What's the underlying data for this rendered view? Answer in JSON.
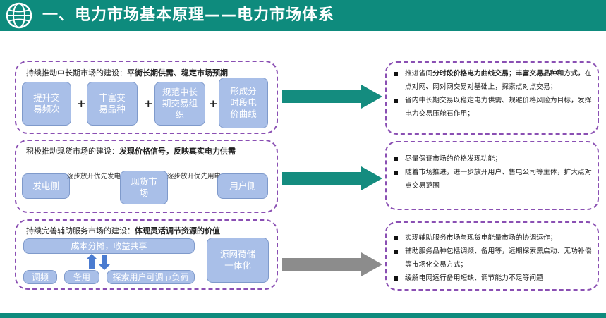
{
  "header": {
    "title": "一、电力市场基本原理——电力市场体系"
  },
  "panel1": {
    "title_prefix": "持续推动中长期市场的建设：",
    "title_bold": "平衡长期供需、稳定市场预期",
    "boxes": [
      "提升交易频次",
      "丰富交易品种",
      "规范中长期交易组织",
      "形成分时段电价曲线"
    ],
    "plus": "+"
  },
  "panel2": {
    "title_prefix": "积极推动现货市场的建设：",
    "title_bold": "发现价格信号，反映真实电力供需",
    "left_box": "发电侧",
    "center_box": "现货市场",
    "right_box": "用户侧",
    "left_note": "逐步放开优先发电",
    "right_note": "逐步放开优先用电"
  },
  "panel3": {
    "title_prefix": "持续完善辅助服务市场的建设：",
    "title_bold": "体现灵活调节资源的价值",
    "top_box": "成本分摊，收益共享",
    "bottom_boxes": [
      "调频",
      "备用",
      "探索用户可调节负荷"
    ],
    "right_box": "源网荷储一体化"
  },
  "right1": {
    "items": [
      {
        "pre": "推进省间",
        "bold": "分时段价格电力曲线交易",
        "mid": "；",
        "bold2": "丰富交易品种和方式",
        "post": "，在点对网、网对网交易对基础上，探索点对点交易；"
      },
      {
        "pre": "省内中长期交易以稳定电力供需、规避价格风险为目标，发挥电力交易压舱石作用；",
        "bold": "",
        "mid": "",
        "bold2": "",
        "post": ""
      }
    ]
  },
  "right2": {
    "items": [
      "尽量保证市场的价格发现功能；",
      "随着市场推进，进一步放开用户、售电公司等主体，扩大点对点交易范围"
    ]
  },
  "right3": {
    "items": [
      "实现辅助服务市场与现货电能量市场的协调运作；",
      "辅助服务品种包括调频、备用等，远期探索黑启动、无功补偿等市场化交易方式；",
      "缓解电网运行备用短缺、调节能力不足等问题"
    ]
  },
  "colors": {
    "header": "#0e8b7d",
    "box_fill": "#a9bfe8",
    "dash": "#8a4fb3",
    "arrow_teal": "#148c7f",
    "arrow_gray": "#8c8c8c",
    "updown_arrow": "#4a7bd0"
  },
  "icons": [
    "logo-icon",
    "right-arrow-icon",
    "double-arrow-icon"
  ]
}
